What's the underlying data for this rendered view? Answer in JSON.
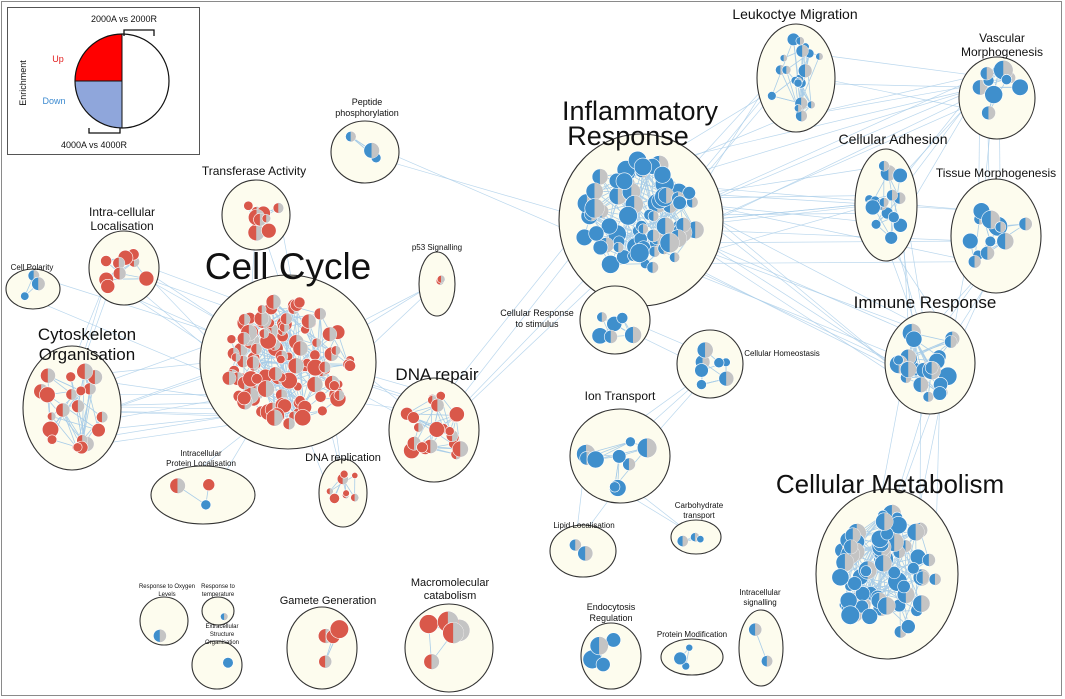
{
  "legend": {
    "title": "Enrichment",
    "up_label": "Up",
    "down_label": "Down",
    "top_comparison": "2000A vs 2000R",
    "bottom_comparison": "4000A vs 4000R",
    "up_color": "#ff0000",
    "down_color": "#8fa6db"
  },
  "colors": {
    "cluster_fill": "#fdfcee",
    "cluster_stroke": "#333333",
    "edge": "#a9cde8",
    "red_node": "#d9584a",
    "blue_node": "#3f8fcc",
    "grey_node": "#c4c4c4"
  },
  "clusters": [
    {
      "label": "Cell Cycle",
      "color": "red"
    },
    {
      "label": "Cytoskeleton Organisation",
      "color": "red"
    },
    {
      "label": "DNA repair",
      "color": "red"
    },
    {
      "label": "Intra-cellular Localisation",
      "color": "red"
    },
    {
      "label": "Transferase Activity",
      "color": "red"
    },
    {
      "label": "Peptide phosphorylation",
      "color": "blue"
    },
    {
      "label": "p53 Signalling",
      "color": "red"
    },
    {
      "label": "Cell Polarity",
      "color": "mixed"
    },
    {
      "label": "Intracellular Protein Localisation",
      "color": "mixed"
    },
    {
      "label": "DNA replication",
      "color": "red"
    },
    {
      "label": "Inflammatory Response",
      "color": "blue"
    },
    {
      "label": "Leukoctye Migration",
      "color": "blue"
    },
    {
      "label": "Vascular Morphogenesis",
      "color": "blue"
    },
    {
      "label": "Cellular Adhesion",
      "color": "blue"
    },
    {
      "label": "Tissue Morphogenesis",
      "color": "blue"
    },
    {
      "label": "Immune Response",
      "color": "blue"
    },
    {
      "label": "Cellular Response to stimulus",
      "color": "blue"
    },
    {
      "label": "Cellular Homeostasis",
      "color": "blue"
    },
    {
      "label": "Ion Transport",
      "color": "blue"
    },
    {
      "label": "Cellular Metabolism",
      "color": "blue"
    },
    {
      "label": "Lipid Localisation",
      "color": "blue"
    },
    {
      "label": "Carbohydrate transport",
      "color": "blue"
    },
    {
      "label": "Response to Oxygen Levels",
      "color": "blue"
    },
    {
      "label": "Response to temperature",
      "color": "mixed"
    },
    {
      "label": "Extracellular Structure Organisation",
      "color": "blue"
    },
    {
      "label": "Gamete Generation",
      "color": "red"
    },
    {
      "label": "Macromolecular catabolism",
      "color": "red"
    },
    {
      "label": "Endocytosis Regulation",
      "color": "blue"
    },
    {
      "label": "Protein Modification",
      "color": "blue"
    },
    {
      "label": "Intracellular signalling",
      "color": "blue"
    }
  ]
}
